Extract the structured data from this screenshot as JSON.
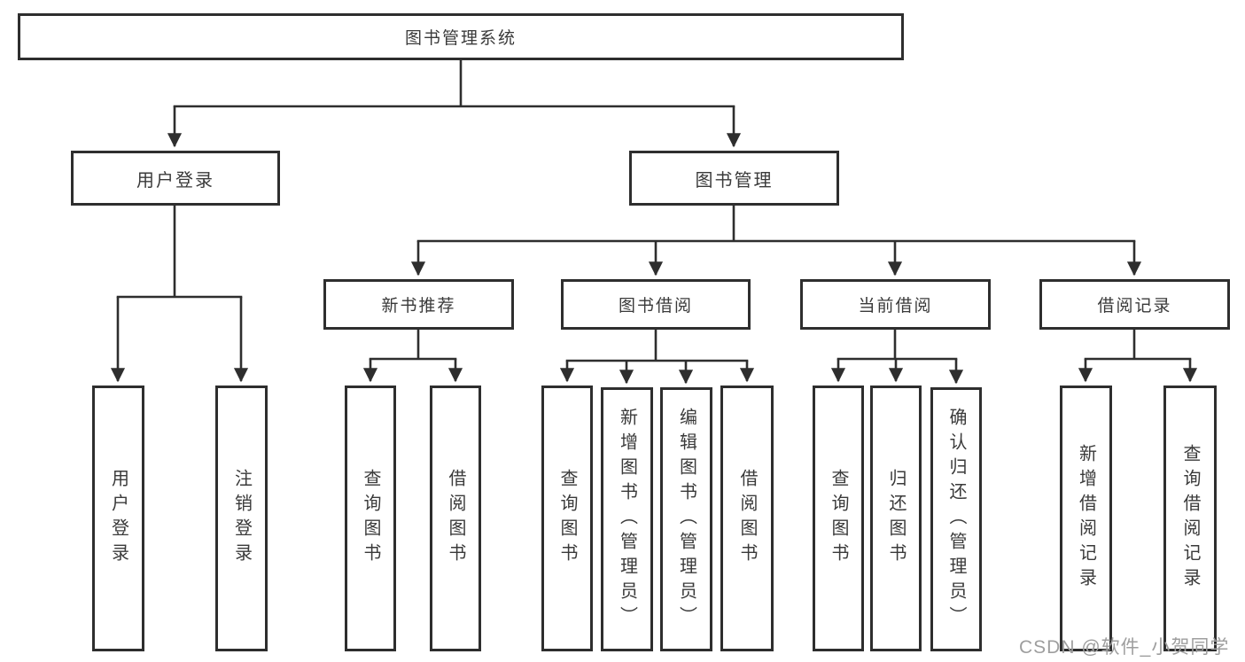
{
  "diagram": {
    "type": "hierarchy-tree",
    "nodes": {
      "root": {
        "label": "图书管理系统"
      },
      "user_login": {
        "label": "用户登录"
      },
      "book_mgmt": {
        "label": "图书管理"
      },
      "new_book_rec": {
        "label": "新书推荐"
      },
      "book_borrow": {
        "label": "图书借阅"
      },
      "current_borrow": {
        "label": "当前借阅"
      },
      "borrow_record": {
        "label": "借阅记录"
      },
      "leaf_user_login": {
        "label": "用户登录"
      },
      "leaf_logout": {
        "label": "注销登录"
      },
      "leaf_rec_query_book": {
        "label": "查询图书"
      },
      "leaf_rec_borrow_book": {
        "label": "借阅图书"
      },
      "leaf_bb_query_book": {
        "label": "查询图书"
      },
      "leaf_bb_add_book": {
        "label": "新增图书（管理员）"
      },
      "leaf_bb_edit_book": {
        "label": "编辑图书（管理员）"
      },
      "leaf_bb_borrow_book": {
        "label": "借阅图书"
      },
      "leaf_cb_query_book": {
        "label": "查询图书"
      },
      "leaf_cb_return_book": {
        "label": "归还图书"
      },
      "leaf_cb_confirm_return": {
        "label": "确认归还（管理员）"
      },
      "leaf_br_add_record": {
        "label": "新增借阅记录"
      },
      "leaf_br_query_record": {
        "label": "查询借阅记录"
      }
    },
    "edges": [
      "root->user_login",
      "root->book_mgmt",
      "user_login->leaf_user_login",
      "user_login->leaf_logout",
      "book_mgmt->new_book_rec",
      "book_mgmt->book_borrow",
      "book_mgmt->current_borrow",
      "book_mgmt->borrow_record",
      "new_book_rec->leaf_rec_query_book",
      "new_book_rec->leaf_rec_borrow_book",
      "book_borrow->leaf_bb_query_book",
      "book_borrow->leaf_bb_add_book",
      "book_borrow->leaf_bb_edit_book",
      "book_borrow->leaf_bb_borrow_book",
      "current_borrow->leaf_cb_query_book",
      "current_borrow->leaf_cb_return_book",
      "current_borrow->leaf_cb_confirm_return",
      "borrow_record->leaf_br_add_record",
      "borrow_record->leaf_br_query_record"
    ],
    "line_color": "#2e2e2e"
  },
  "watermark": {
    "text": "CSDN @软件_小贺同学"
  }
}
